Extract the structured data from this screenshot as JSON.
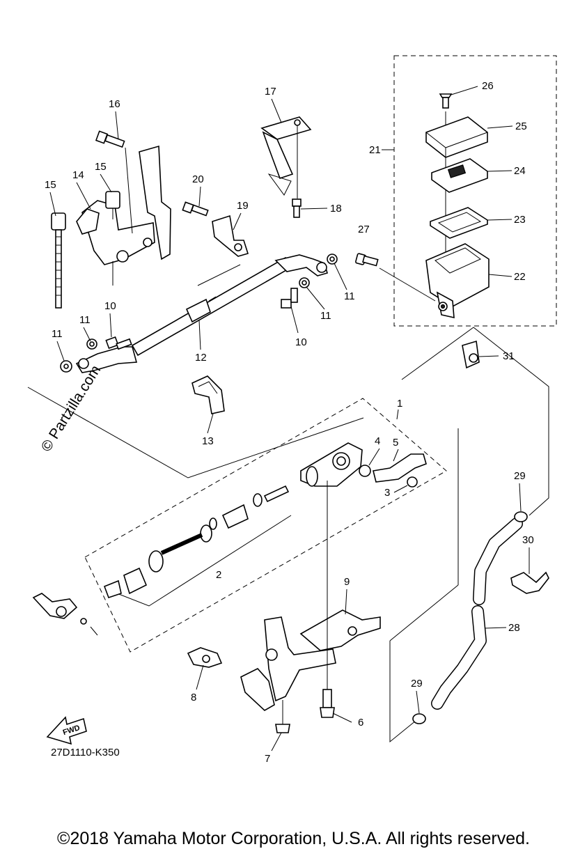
{
  "watermark": "© Partzilla.com",
  "diagram_code": "27D1110-K350",
  "fwd_label": "FWD",
  "copyright": "©2018 Yamaha Motor Corporation, U.S.A. All rights reserved.",
  "callouts": {
    "p1": "1",
    "p2": "2",
    "p3": "3",
    "p4": "4",
    "p5": "5",
    "p6": "6",
    "p7": "7",
    "p8": "8",
    "p9": "9",
    "p10a": "10",
    "p10b": "10",
    "p11a": "11",
    "p11b": "11",
    "p11c": "11",
    "p11d": "11",
    "p12": "12",
    "p13": "13",
    "p14": "14",
    "p15a": "15",
    "p15b": "15",
    "p16": "16",
    "p17": "17",
    "p18": "18",
    "p19": "19",
    "p20": "20",
    "p21": "21",
    "p22": "22",
    "p23": "23",
    "p24": "24",
    "p25": "25",
    "p26": "26",
    "p27": "27",
    "p28": "28",
    "p29a": "29",
    "p29b": "29",
    "p30": "30",
    "p31": "31"
  }
}
